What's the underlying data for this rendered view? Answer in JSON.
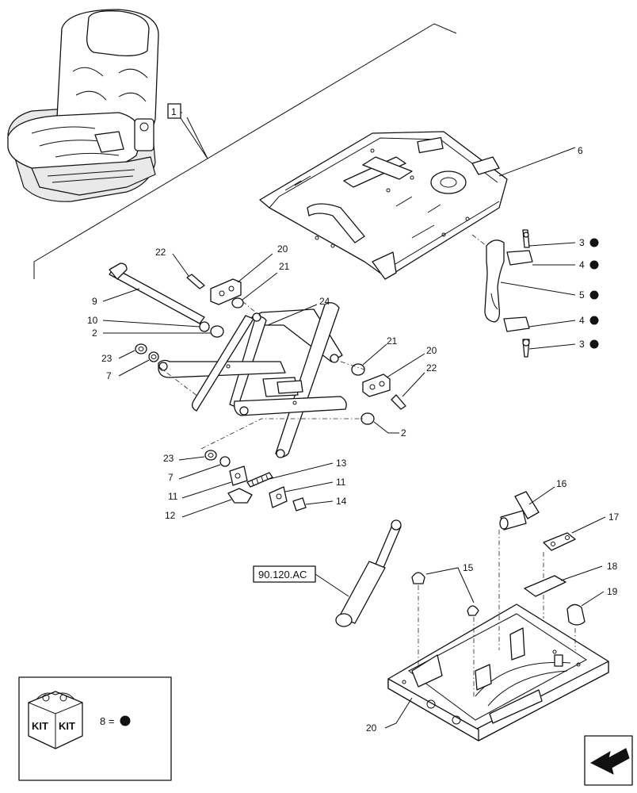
{
  "callouts": {
    "c1": "1",
    "c2a": "2",
    "c2b": "2",
    "c3a": "3",
    "c3b": "3",
    "c4a": "4",
    "c4b": "4",
    "c5": "5",
    "c6": "6",
    "c7a": "7",
    "c7b": "7",
    "c9": "9",
    "c10": "10",
    "c11a": "11",
    "c11b": "11",
    "c12": "12",
    "c13": "13",
    "c14": "14",
    "c15": "15",
    "c16": "16",
    "c17": "17",
    "c18": "18",
    "c19": "19",
    "c20a": "20",
    "c20b": "20",
    "c20c": "20",
    "c21a": "21",
    "c21b": "21",
    "c22a": "22",
    "c22b": "22",
    "c23a": "23",
    "c23b": "23",
    "c24": "24"
  },
  "reference_label": "90.120.AC",
  "legend": {
    "kit_text_left": "KIT",
    "kit_text_right": "KIT",
    "equation": "8 ="
  },
  "icons": {
    "kit_marker": "filled-circle-dot",
    "next_page": "arrow-icon"
  }
}
